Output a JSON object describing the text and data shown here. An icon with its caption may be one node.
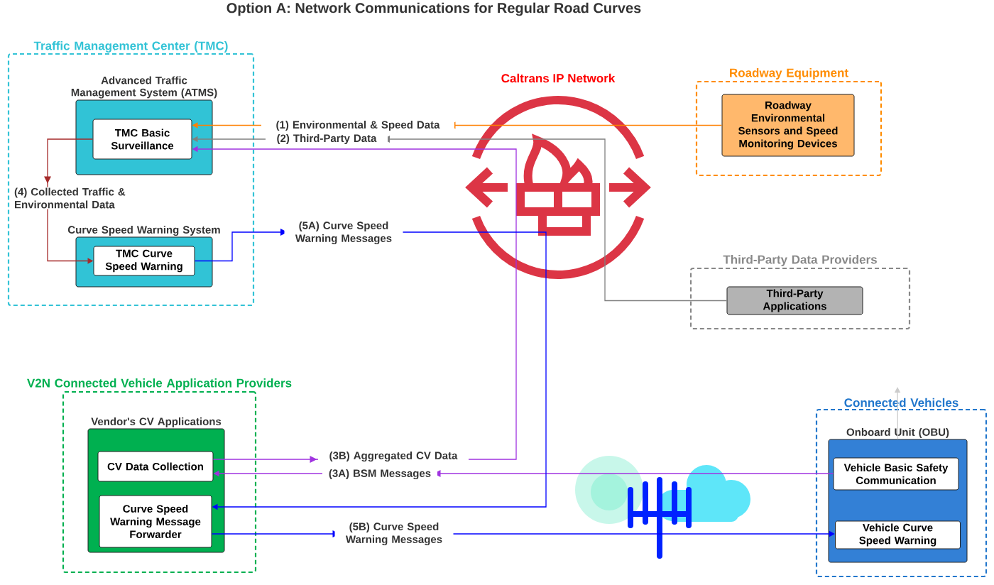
{
  "diagram": {
    "title": "Option A: Network Communications for Regular Road Curves",
    "nodes": [
      {
        "text": [
          "Traffic Management Center (TMC)"
        ]
      },
      {
        "text": [
          "Advanced Traffic Management System (ATMS)"
        ],
        "in": 0
      },
      {
        "text": [
          "TMC Basic Surveillance"
        ],
        "in": 1
      },
      {
        "text": [
          "Curve Speed Warning System"
        ],
        "in": 0
      },
      {
        "text": [
          "TMC Curve Speed Warning"
        ],
        "in": 3
      },
      {
        "text": [
          "Roadway Equipment"
        ]
      },
      {
        "text": [
          "Roadway Environmental Sensors and Speed Monitoring Devices"
        ],
        "in": 5
      },
      {
        "text": [
          "Third-Party Data Providers"
        ]
      },
      {
        "text": [
          "Third-Party Applications"
        ],
        "in": 7
      },
      {
        "text": [
          "V2N Connected Vehicle Application Providers"
        ]
      },
      {
        "text": [
          "Vendor's CV Applications"
        ],
        "in": 9
      },
      {
        "text": [
          "CV Data Collection"
        ],
        "in": 10
      },
      {
        "text": [
          "Curve Speed Warning Message Forwarder"
        ],
        "in": 10
      },
      {
        "text": [
          "Connected Vehicles"
        ]
      },
      {
        "text": [
          "Onboard Unit (OBU)"
        ],
        "in": 13
      },
      {
        "text": [
          "Vehicle Basic Safety Communication"
        ],
        "in": 14
      },
      {
        "text": [
          "Vehicle Curve Speed Warning"
        ],
        "in": 14
      }
    ],
    "edges": [
      {
        "from": 6,
        "to": 2,
        "arrow": "to",
        "label": "(1) Environmental & Speed Data",
        "color": "#ff8000"
      },
      {
        "from": 8,
        "to": 2,
        "arrow": "to",
        "label": "(2) Third-Party Data",
        "color": "#808080"
      },
      {
        "from": 11,
        "to": 2,
        "arrow": "to",
        "label": "(3B) Aggregated CV Data",
        "color": "#a033e0"
      },
      {
        "from": 15,
        "to": 11,
        "arrow": "to",
        "label": "(3A) BSM Messages",
        "color": "#a033e0"
      },
      {
        "from": 2,
        "to": 4,
        "arrow": "to",
        "label": "(4) Collected Traffic & Environmental Data",
        "color": "#a52a2a"
      },
      {
        "from": 4,
        "to": 12,
        "arrow": "to",
        "label": "(5A) Curve Speed Warning Messages",
        "color": "#0000ff"
      },
      {
        "from": 12,
        "to": 16,
        "arrow": "to",
        "label": "(5B) Curve Speed Warning Messages",
        "color": "#0000ff"
      },
      {
        "from": 14,
        "to": null,
        "arrow": "to",
        "color": "#cccccc"
      }
    ],
    "labels": [
      "Caltrans IP Network"
    ]
  }
}
